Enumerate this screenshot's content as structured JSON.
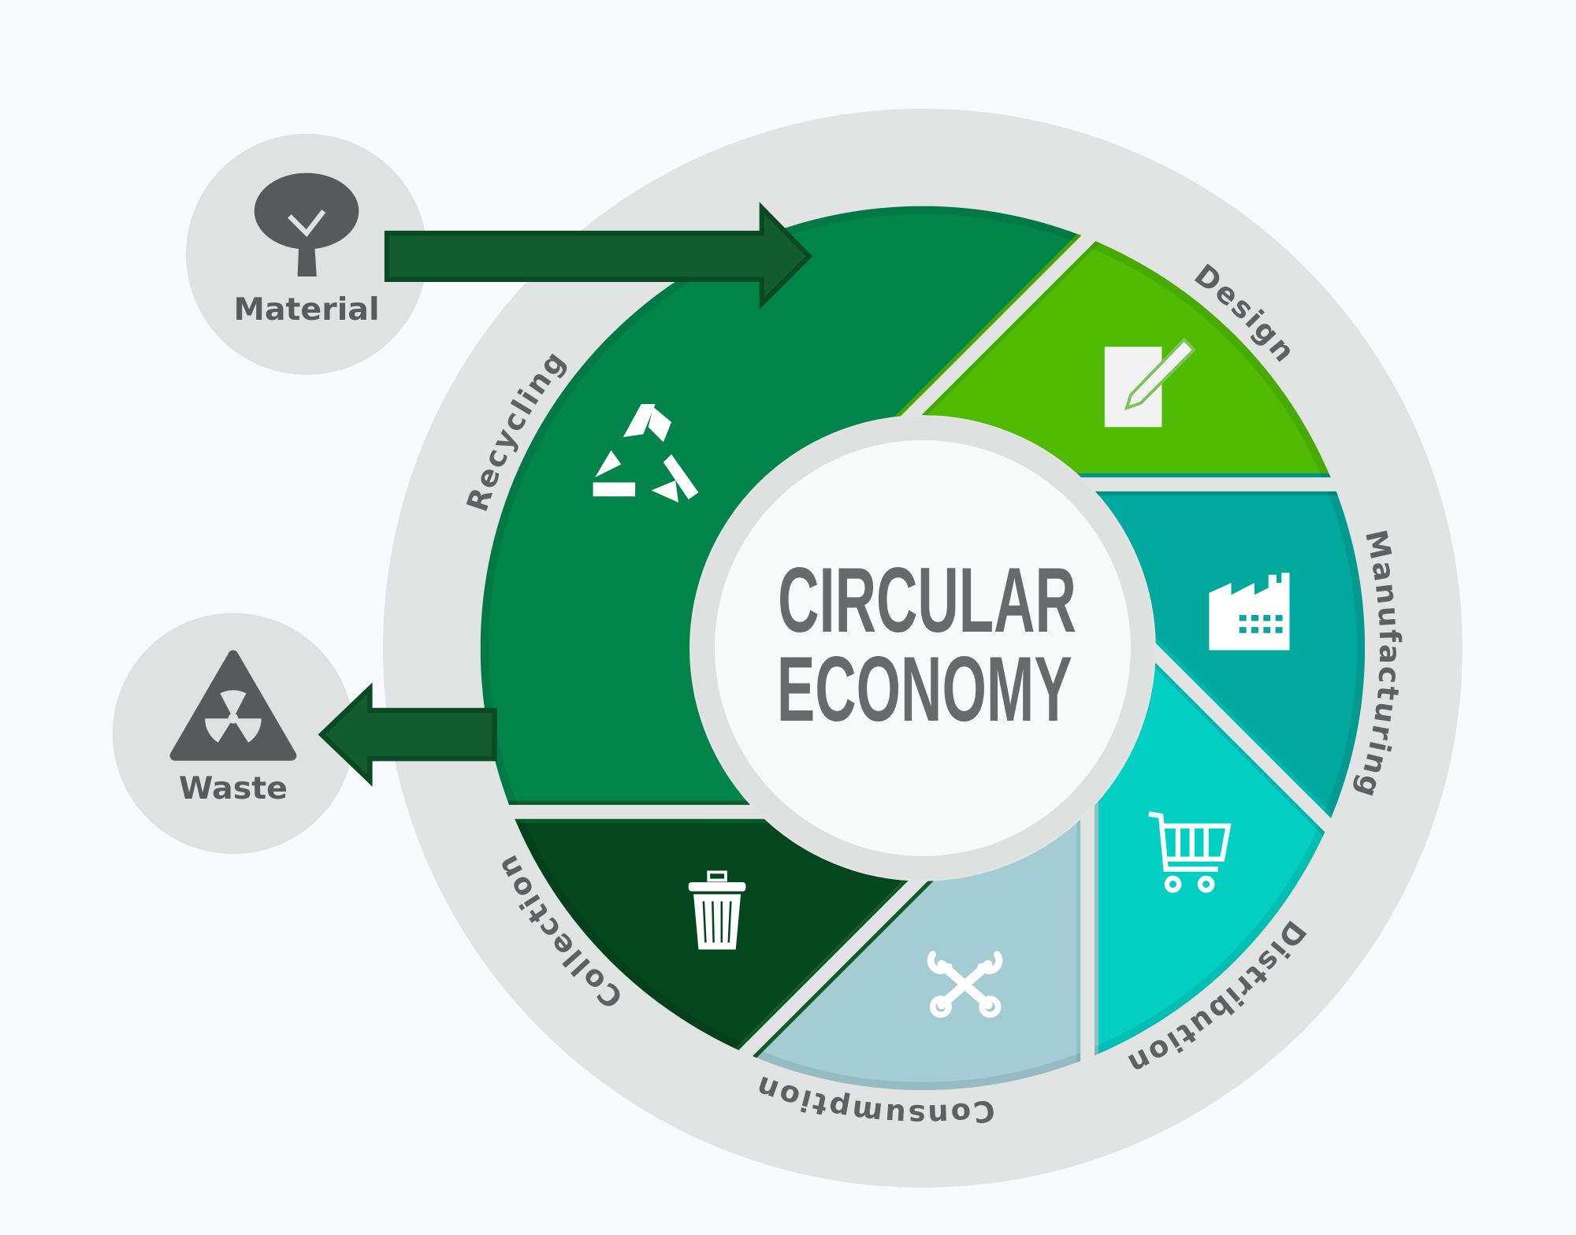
{
  "title": {
    "line1": "CIRCULAR",
    "line2": "ECONOMY"
  },
  "segments": [
    {
      "label": "Design",
      "icon": "pencil-paper-icon",
      "color": "#4fba00"
    },
    {
      "label": "Manufacturing",
      "icon": "factory-icon",
      "color": "#00a89e"
    },
    {
      "label": "Distribution",
      "icon": "shopping-cart-icon",
      "color": "#00cfc2"
    },
    {
      "label": "Consumption",
      "icon": "wrench-tools-icon",
      "color": "#a3cdd3"
    },
    {
      "label": "Collection",
      "icon": "trash-can-icon",
      "color": "#04461e"
    },
    {
      "label": "Recycling",
      "icon": "recycle-icon",
      "color": "#00844a"
    }
  ],
  "inputs": {
    "material": {
      "label": "Material",
      "icon": "tree-icon"
    }
  },
  "outputs": {
    "waste": {
      "label": "Waste",
      "icon": "radiation-hazard-icon"
    }
  },
  "colors": {
    "background": "#f9fafb",
    "ring": "#e2e4e3",
    "arrow": "#135c2e",
    "text": "#68696b"
  }
}
